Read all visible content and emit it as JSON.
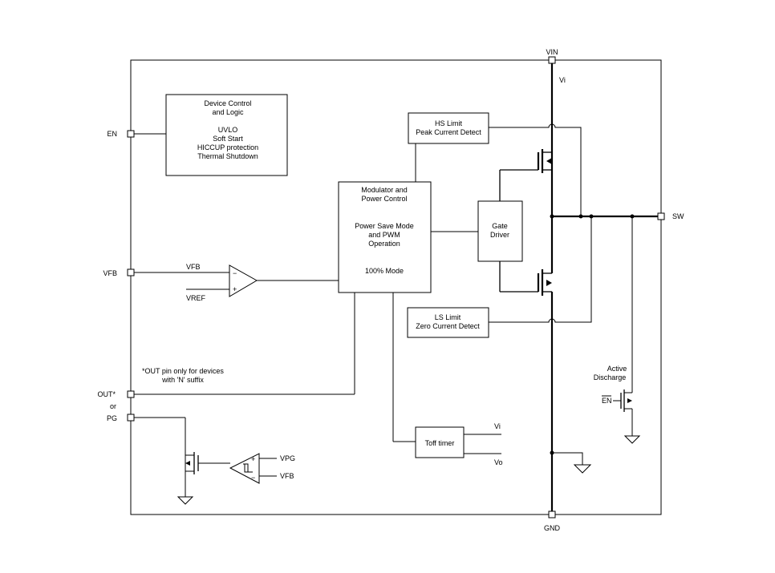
{
  "pins": {
    "vin": "VIN",
    "en": "EN",
    "vfb": "VFB",
    "out": "OUT*",
    "or": "or",
    "pg": "PG",
    "sw": "SW",
    "gnd": "GND"
  },
  "blocks": {
    "device_control": [
      "Device Control",
      "and Logic",
      "",
      "UVLO",
      "Soft Start",
      "HICCUP protection",
      "Thermal Shutdown"
    ],
    "hs_limit": [
      "HS Limit",
      "Peak Current Detect"
    ],
    "modulator": [
      "Modulator and",
      "Power Control",
      "",
      "Power Save Mode",
      "and PWM",
      "Operation",
      "",
      "100% Mode"
    ],
    "gate_driver": [
      "Gate",
      "Driver"
    ],
    "ls_limit": [
      "LS Limit",
      "Zero Current Detect"
    ],
    "toff_timer": "Toff timer"
  },
  "signals": {
    "vi_top": "Vi",
    "vfb_comp": "VFB",
    "vref": "VREF",
    "vpg": "VPG",
    "vfb_pg": "VFB",
    "toff_vi": "Vi",
    "toff_vo": "Vo",
    "en_bar": "EN"
  },
  "notes": {
    "out_note": [
      "*OUT pin only for devices",
      "with 'N' suffix"
    ],
    "active_discharge": [
      "Active",
      "Discharge"
    ]
  },
  "colors": {
    "line": "#000000",
    "background": "#ffffff"
  }
}
